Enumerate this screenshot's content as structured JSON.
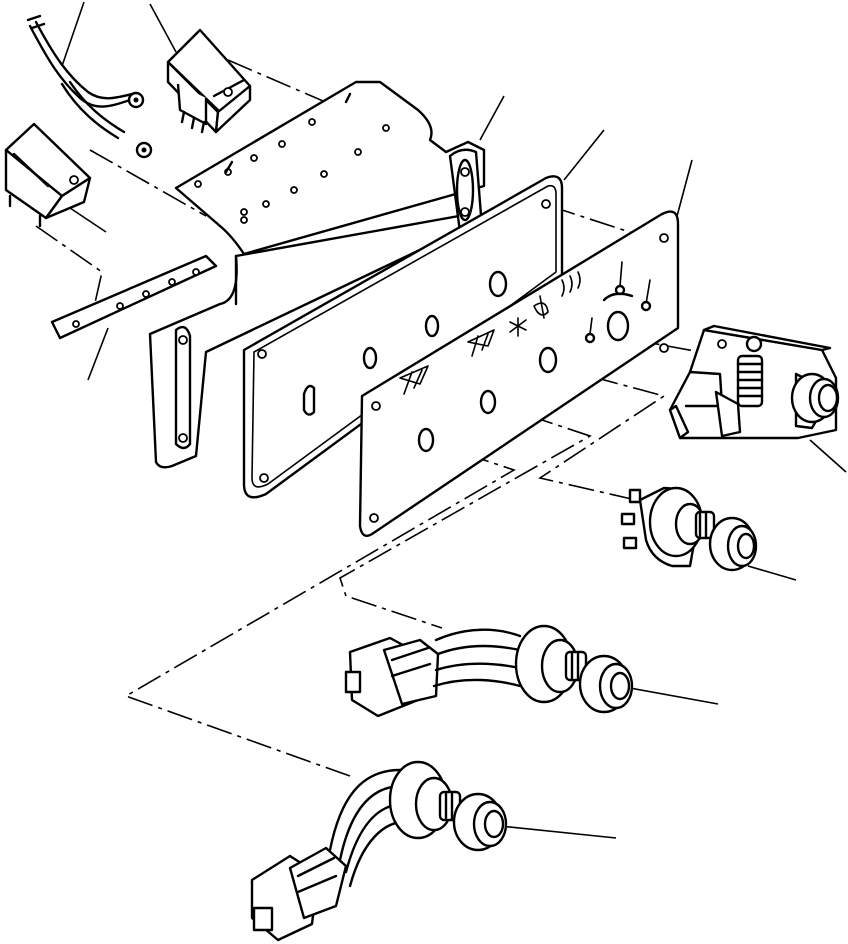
{
  "diagram": {
    "type": "exploded-parts-view",
    "parts": [
      "wire-harness",
      "relay-upper",
      "relay-left",
      "mounting-strip",
      "mounting-bracket",
      "gasket-plate",
      "control-panel",
      "heater-control-switch",
      "fan-rotary-switch",
      "wiper-rotary-switch",
      "washer-rotary-switch"
    ]
  }
}
